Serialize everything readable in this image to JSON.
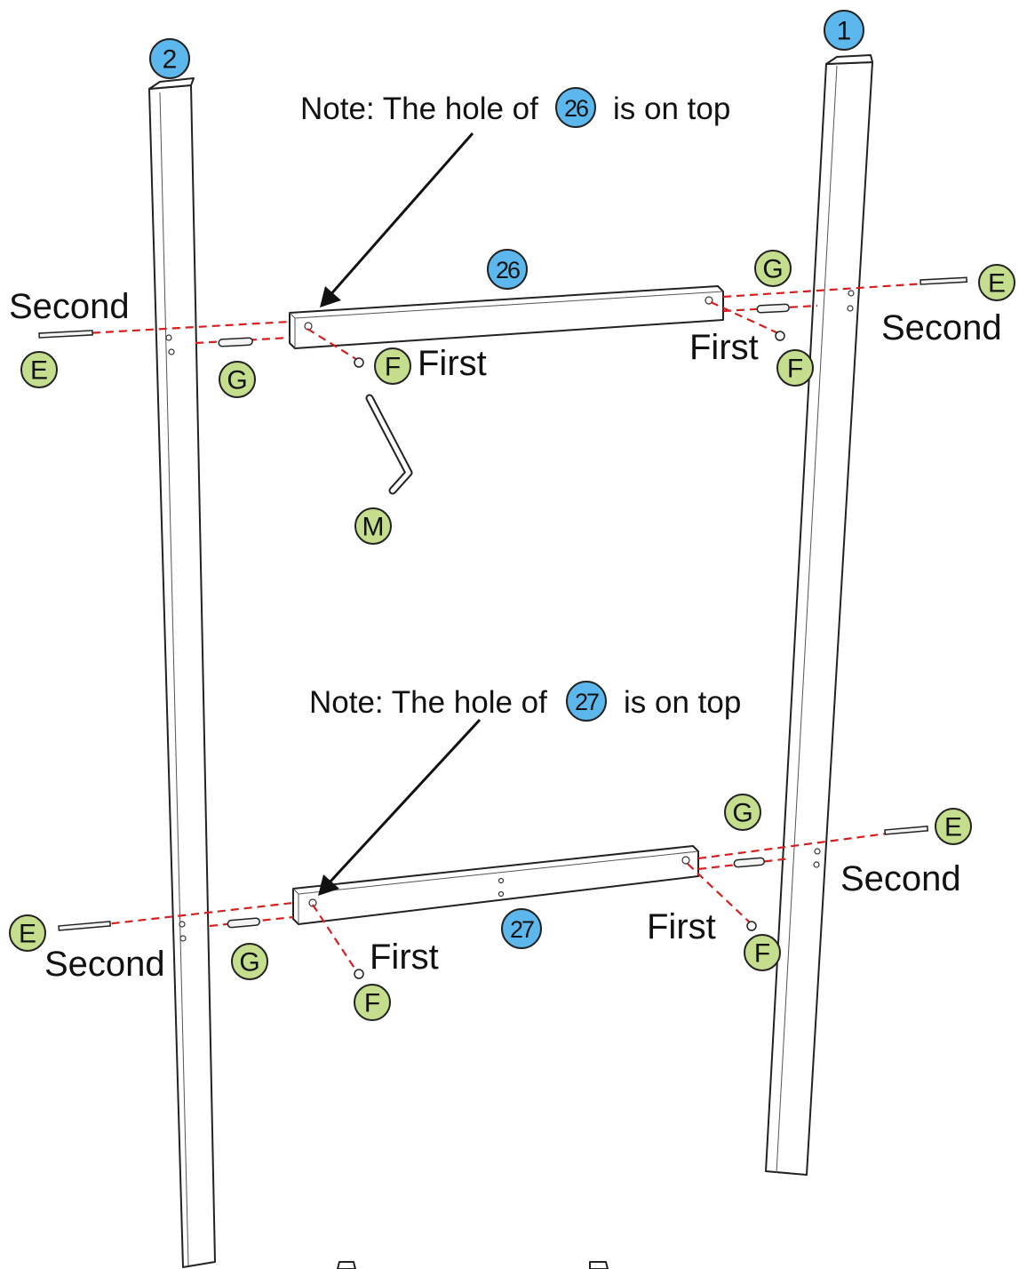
{
  "parts": {
    "post_1": "1",
    "post_2": "2",
    "rail_26": "26",
    "rail_27": "27"
  },
  "notes": {
    "top": {
      "prefix": "Note: The hole of",
      "part": "26",
      "suffix": "is on top"
    },
    "bottom": {
      "prefix": "Note: The hole of",
      "part": "27",
      "suffix": "is on top"
    }
  },
  "steps": {
    "first": "First",
    "second": "Second"
  },
  "hardware": {
    "bolt": "E",
    "nut": "F",
    "dowel": "G",
    "wrench": "M"
  },
  "colors": {
    "part_badge": "#5cb8ec",
    "hardware_badge": "#c4de8e",
    "dash_line": "#d62020"
  }
}
